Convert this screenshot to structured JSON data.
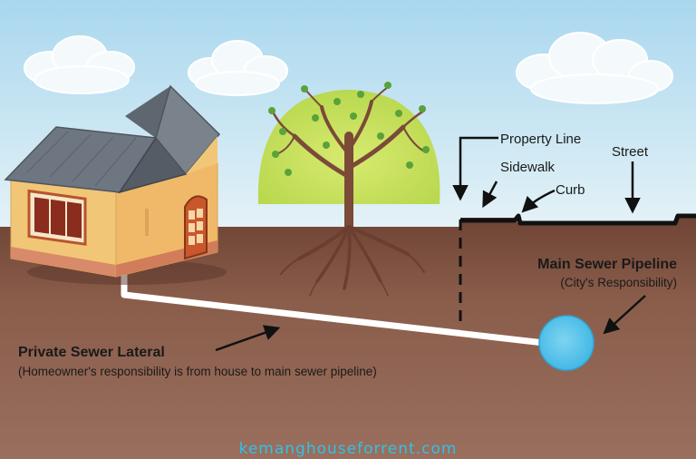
{
  "labels": {
    "property_line": "Property Line",
    "sidewalk": "Sidewalk",
    "curb": "Curb",
    "street": "Street",
    "main_pipeline_title": "Main Sewer Pipeline",
    "main_pipeline_note": "(City's Responsibility)",
    "lateral_title": "Private Sewer Lateral",
    "lateral_note": "(Homeowner's responsibility is from house to main sewer pipeline)"
  },
  "watermark": "kemanghouseforrent.com",
  "colors": {
    "sky": "#cfe8f3",
    "ground": "#7a4f3e",
    "pipe": "#ffffff",
    "main_pipe": "#4fc3ec",
    "tree_canopy": "#c5df5a",
    "roof": "#6e7681",
    "house_wall": "#f2c677",
    "watermark": "#33c0e8"
  }
}
